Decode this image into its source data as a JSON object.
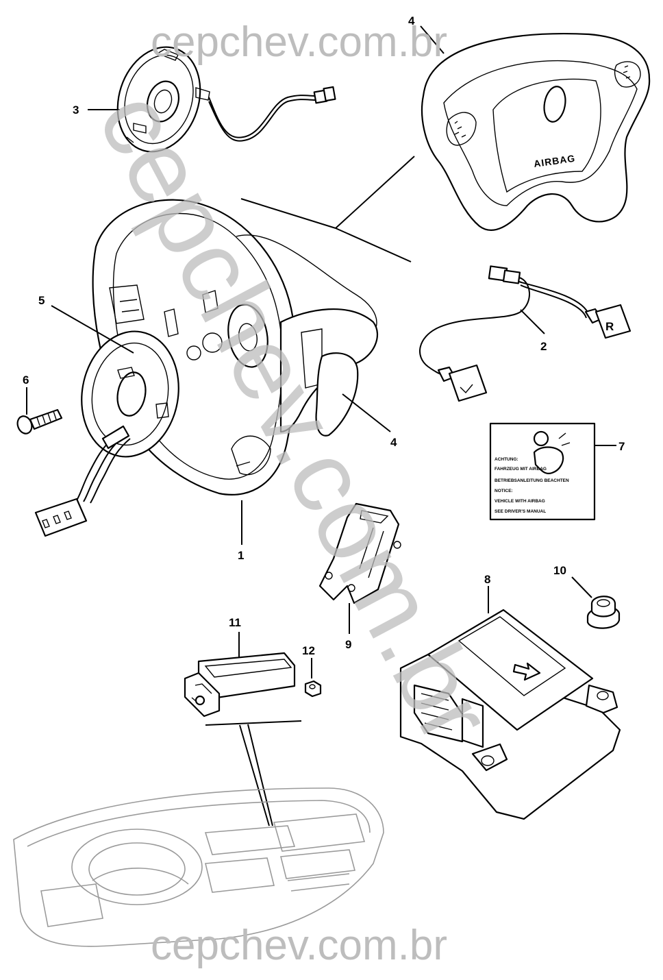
{
  "watermark": {
    "top": "cepchev.com.br",
    "bottom": "cepchev.com.br",
    "diagonal": "cepchev.com.br"
  },
  "callouts": {
    "c1": "1",
    "c2": "2",
    "c3": "3",
    "c4_top": "4",
    "c4_right": "4",
    "c5": "5",
    "c6": "6",
    "c7": "7",
    "c8": "8",
    "c9": "9",
    "c10": "10",
    "c11": "11",
    "c12": "12"
  },
  "airbag_module": {
    "emblem_text": "AIRBAG"
  },
  "warning_label": {
    "line1": "ACHTUNG:",
    "line2": "FAHRZEUG MIT AIRBAG",
    "line3": "BETRIEBSANLEITUNG BEACHTEN",
    "line4": "NOTICE:",
    "line5": "VEHICLE WITH AIRBAG",
    "line6": "SEE DRIVER'S MANUAL"
  },
  "connector_mark": "R"
}
